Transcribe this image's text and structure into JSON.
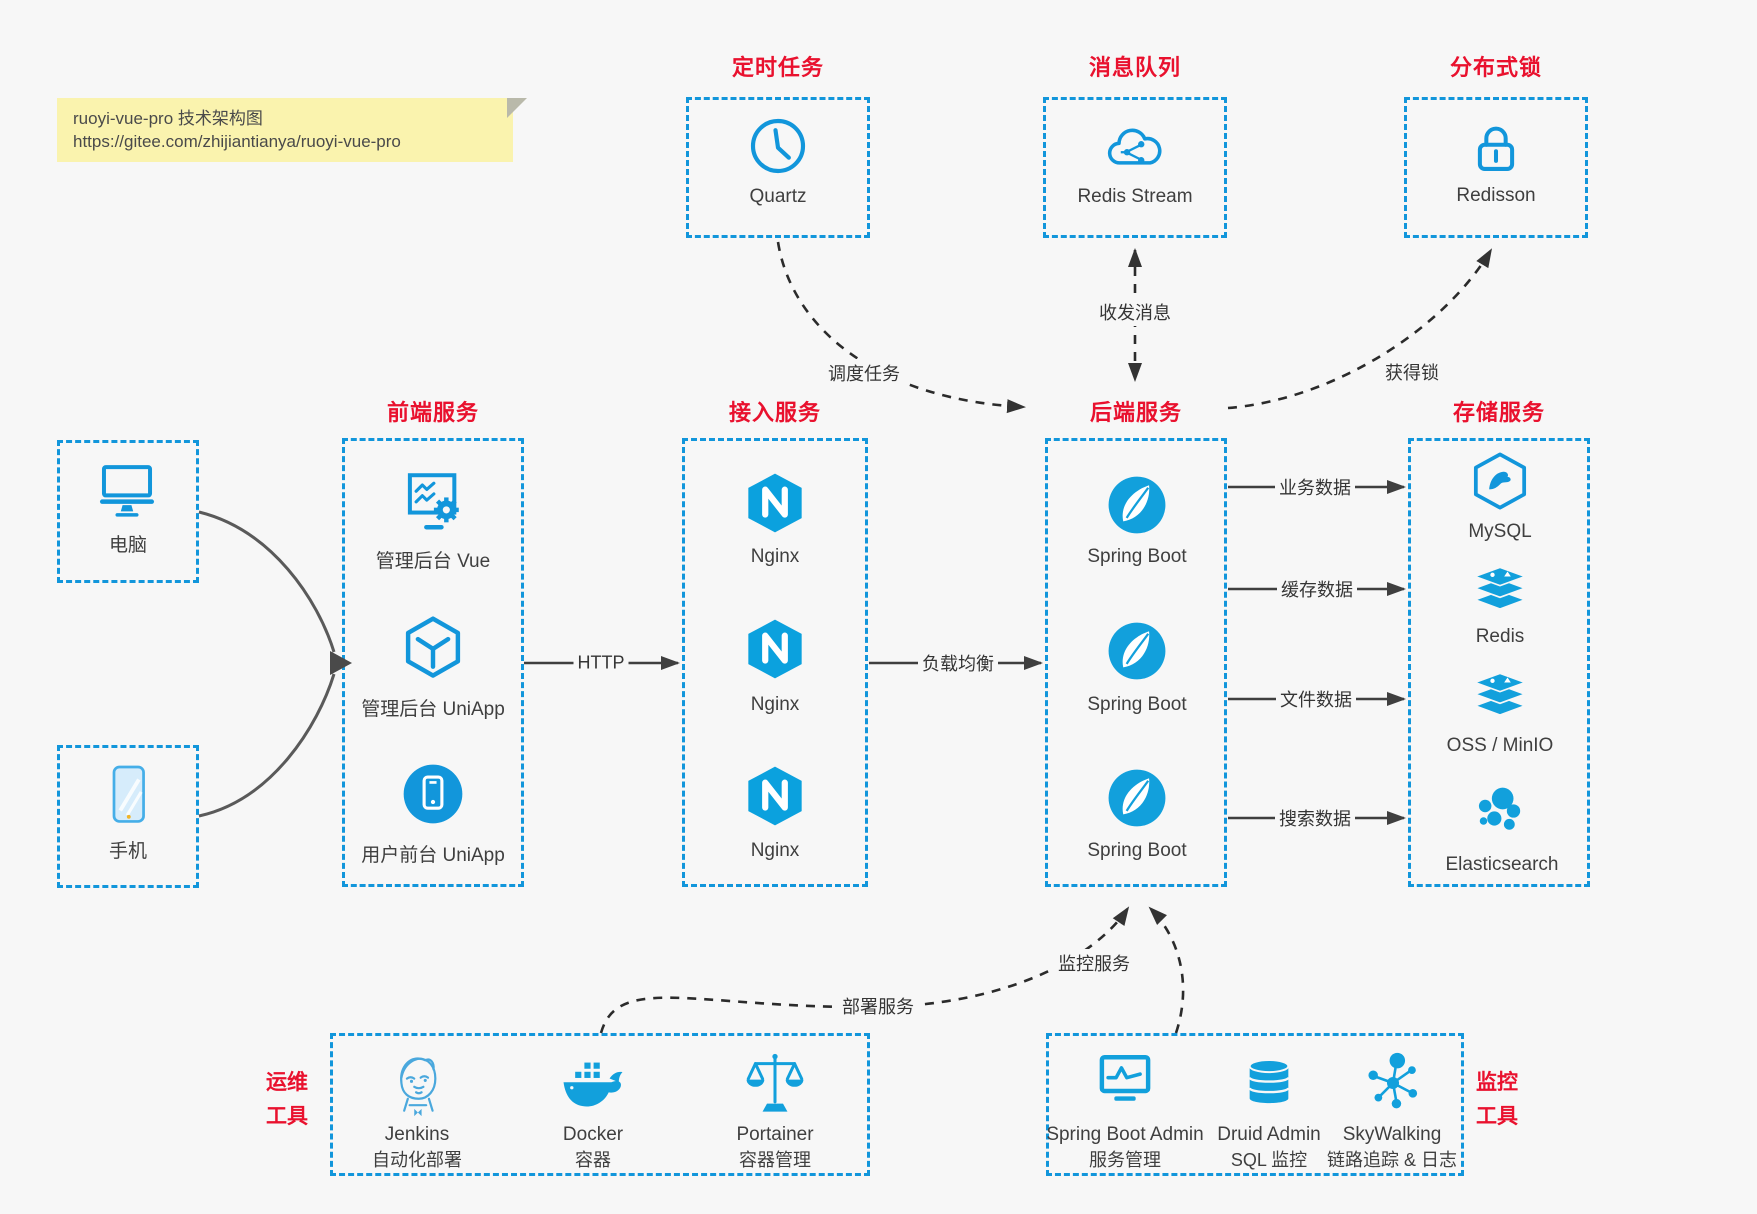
{
  "note": {
    "line1": "ruoyi-vue-pro 技术架构图",
    "line2": "https://gitee.com/zhijiantianya/ruoyi-vue-pro"
  },
  "colors": {
    "accent_blue": "#1296db",
    "title_red": "#e9112e",
    "note_yellow": "#faf3ae",
    "background": "#f7f7f7",
    "connector_dark": "#3f3f3f"
  },
  "top_boxes": [
    {
      "title": "定时任务",
      "item": "Quartz",
      "icon": "clock-icon"
    },
    {
      "title": "消息队列",
      "item": "Redis Stream",
      "icon": "cloud-share-icon"
    },
    {
      "title": "分布式锁",
      "item": "Redisson",
      "icon": "lock-icon"
    }
  ],
  "clients": [
    {
      "label": "电脑",
      "icon": "desktop-icon"
    },
    {
      "label": "手机",
      "icon": "phone-icon"
    }
  ],
  "columns": [
    {
      "title": "前端服务",
      "items": [
        "管理后台 Vue",
        "管理后台 UniApp",
        "用户前台 UniApp"
      ]
    },
    {
      "title": "接入服务",
      "items": [
        "Nginx",
        "Nginx",
        "Nginx"
      ]
    },
    {
      "title": "后端服务",
      "items": [
        "Spring Boot",
        "Spring Boot",
        "Spring Boot"
      ]
    },
    {
      "title": "存储服务",
      "items": [
        "MySQL",
        "Redis",
        "OSS / MinIO",
        "Elasticsearch"
      ]
    }
  ],
  "edges": {
    "schedule": "调度任务",
    "message": "收发消息",
    "lock": "获得锁",
    "http": "HTTP",
    "load_balance": "负载均衡",
    "business": "业务数据",
    "cache": "缓存数据",
    "file": "文件数据",
    "search": "搜索数据",
    "deploy": "部署服务",
    "monitor": "监控服务"
  },
  "ops": {
    "label_line1": "运维",
    "label_line2": "工具",
    "items": [
      {
        "name": "Jenkins",
        "desc": "自动化部署",
        "icon": "jenkins-icon"
      },
      {
        "name": "Docker",
        "desc": "容器",
        "icon": "docker-whale-icon"
      },
      {
        "name": "Portainer",
        "desc": "容器管理",
        "icon": "scales-icon"
      }
    ]
  },
  "monitoring": {
    "label_line1": "监控",
    "label_line2": "工具",
    "items": [
      {
        "name": "Spring Boot Admin",
        "desc": "服务管理",
        "icon": "monitor-chart-icon"
      },
      {
        "name": "Druid Admin",
        "desc": "SQL 监控",
        "icon": "database-icon"
      },
      {
        "name": "SkyWalking",
        "desc": "链路追踪 & 日志",
        "icon": "topology-icon"
      }
    ]
  },
  "icons_legend": {
    "quartz": "clock-icon",
    "redis_stream": "cloud-share-icon",
    "redisson": "lock-icon",
    "admin_vue": "screen-gear-icon",
    "uniapp": "cube-y-icon",
    "user_uniapp": "phone-circle-icon",
    "nginx": "nginx-hexagon-icon",
    "spring_boot": "spring-leaf-icon",
    "mysql": "mysql-dolphin-icon",
    "redis": "redis-stack-icon",
    "oss_minio": "redis-stack-icon",
    "elasticsearch": "elastic-cluster-icon"
  }
}
